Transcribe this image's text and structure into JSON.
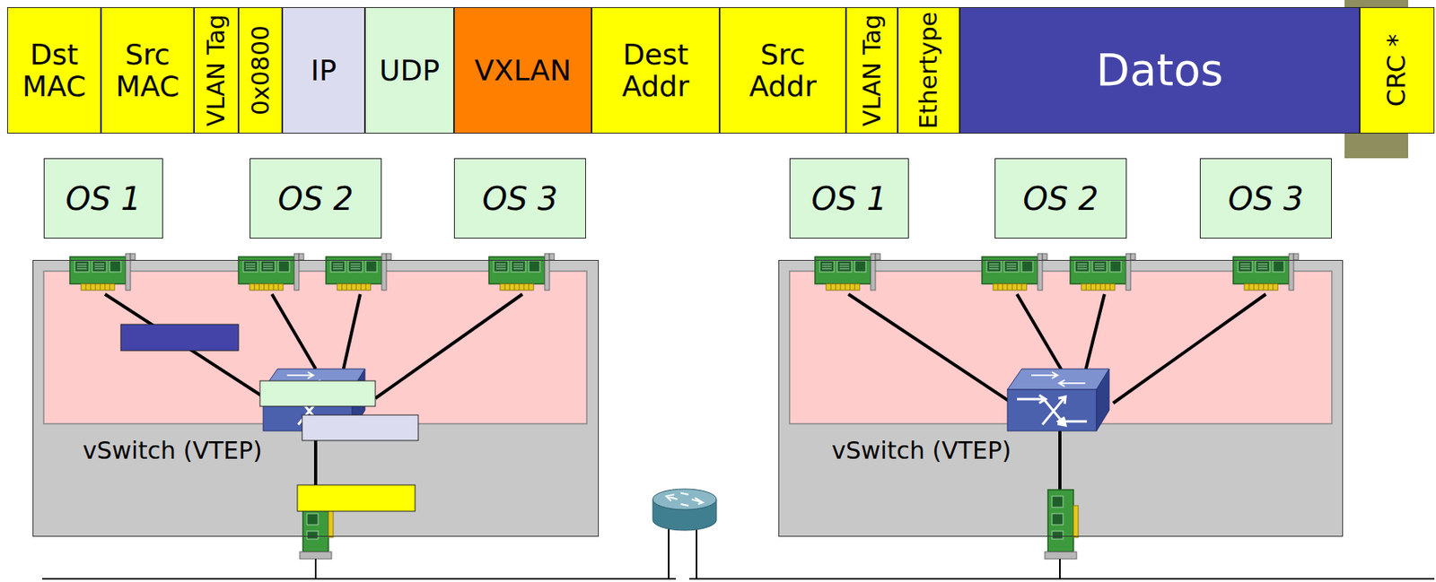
{
  "diagram": {
    "nodes": [
      {
        "text": [
          "Dst MAC"
        ]
      },
      {
        "text": [
          "Src MAC"
        ]
      },
      {
        "text": [
          "VLAN Tag"
        ]
      },
      {
        "text": [
          "0x0800"
        ]
      },
      {
        "text": [
          "IP"
        ]
      },
      {
        "text": [
          "UDP"
        ]
      },
      {
        "text": [
          "VXLAN"
        ]
      },
      {
        "text": [
          "Dest Addr"
        ]
      },
      {
        "text": [
          "Src Addr"
        ]
      },
      {
        "text": [
          "VLAN Tag"
        ]
      },
      {
        "text": [
          "Ethertype"
        ]
      },
      {
        "text": [
          "Datos"
        ]
      },
      {
        "text": [
          "CRC *"
        ]
      },
      {
        "text": [
          "OS 1"
        ]
      },
      {
        "text": [
          "OS 2"
        ]
      },
      {
        "text": [
          "OS 3"
        ]
      },
      {
        "text": [
          "OS 1"
        ]
      },
      {
        "text": [
          "OS 2"
        ]
      },
      {
        "text": [
          "OS 3"
        ]
      },
      {
        "text": [
          "vSwitch (VTEP)"
        ]
      },
      {
        "text": [
          "vSwitch (VTEP)"
        ]
      }
    ]
  }
}
